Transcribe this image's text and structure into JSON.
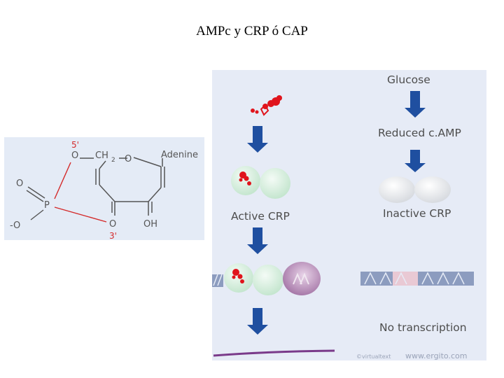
{
  "slide": {
    "title": "AMPc y CRP ó CAP"
  },
  "camp_structure": {
    "adenine": "Adenine",
    "ch2": "CH",
    "ch2_sub": "2",
    "ring_o": "O",
    "o_5": "O",
    "pos_5": "5'",
    "pos_3": "3'",
    "o_3": "O",
    "oh": "OH",
    "phosphorus": "P",
    "o_double": "O",
    "o_minus": "-O"
  },
  "crp_diagram": {
    "glucose": "Glucose",
    "reduced_camp": "Reduced c.AMP",
    "active_crp": "Active CRP",
    "inactive_crp": "Inactive CRP",
    "no_transcription": "No transcription",
    "watermark_left": "©virtualtext",
    "watermark_right": "www.ergito.com"
  },
  "colors": {
    "panel_bg": "#e6ebf6",
    "arrow": "#1f4fa0",
    "camp_red": "#e0141c",
    "bond_red": "#d42a2a",
    "crp_sphere": "#dcf0e2",
    "rnap": "#a878a8",
    "dna": "#8c9cbf",
    "text_grey": "#4d4d4d"
  }
}
